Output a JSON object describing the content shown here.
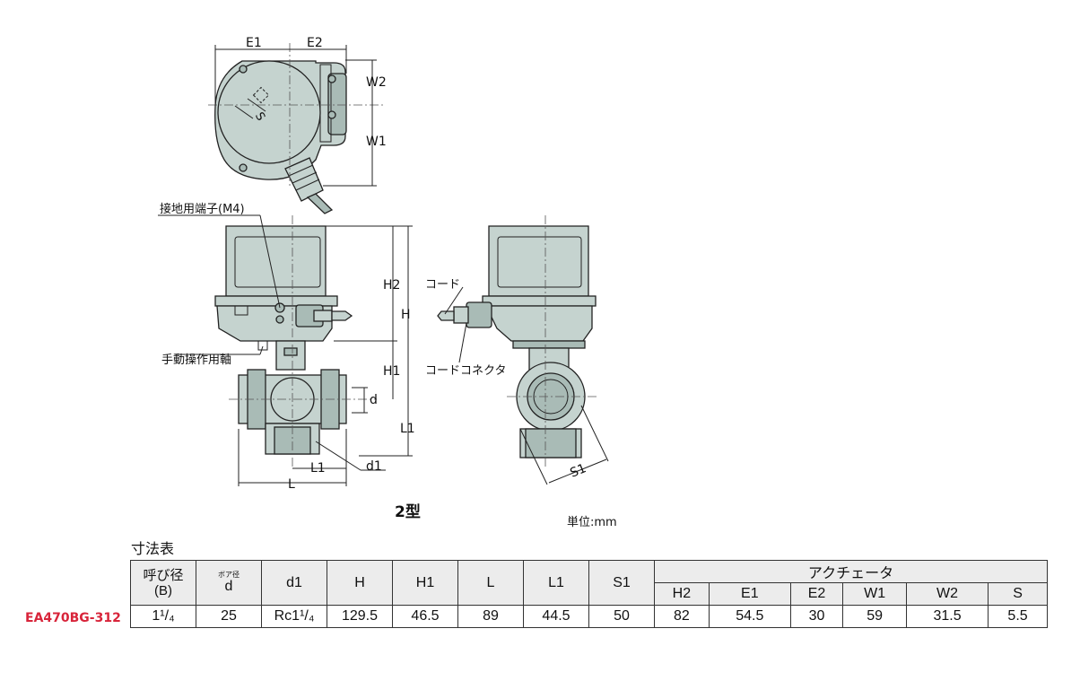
{
  "labels": {
    "type_label": "2型",
    "unit_label": "単位:mm",
    "table_title": "寸法表",
    "ground_terminal": "接地用端子(M4)",
    "manual_shaft": "手動操作用軸",
    "cord": "コード",
    "cord_connector": "コードコネクタ",
    "dim_E1": "E1",
    "dim_E2": "E2",
    "dim_W1": "W1",
    "dim_W2": "W2",
    "dim_S": "S",
    "dim_H": "H",
    "dim_H1": "H1",
    "dim_H2": "H2",
    "dim_d": "d",
    "dim_d1": "d1",
    "dim_L": "L",
    "dim_L1": "L1",
    "dim_S1": "S1"
  },
  "table": {
    "head_nominal": "呼び径",
    "head_nominal_sub": "(B)",
    "head_bore_small": "ボア径",
    "head_bore": "d",
    "head_d1": "d1",
    "head_H": "H",
    "head_H1": "H1",
    "head_L": "L",
    "head_L1": "L1",
    "head_S1": "S1",
    "actuator_group": "アクチェータ",
    "head_H2": "H2",
    "head_E1": "E1",
    "head_E2": "E2",
    "head_W1": "W1",
    "head_W2": "W2",
    "head_S": "S",
    "model": "EA470BG-312",
    "row": {
      "nominal": "1¹/₄",
      "d": "25",
      "d1": "Rc1¹/₄",
      "H": "129.5",
      "H1": "46.5",
      "L": "89",
      "L1": "44.5",
      "S1": "50",
      "H2": "82",
      "E1": "54.5",
      "E2": "30",
      "W1": "59",
      "W2": "31.5",
      "S": "5.5"
    }
  },
  "colors": {
    "body_fill": "#c5d3cf",
    "line": "#222222",
    "model_text": "#d8243a",
    "header_bg": "#ececec"
  }
}
